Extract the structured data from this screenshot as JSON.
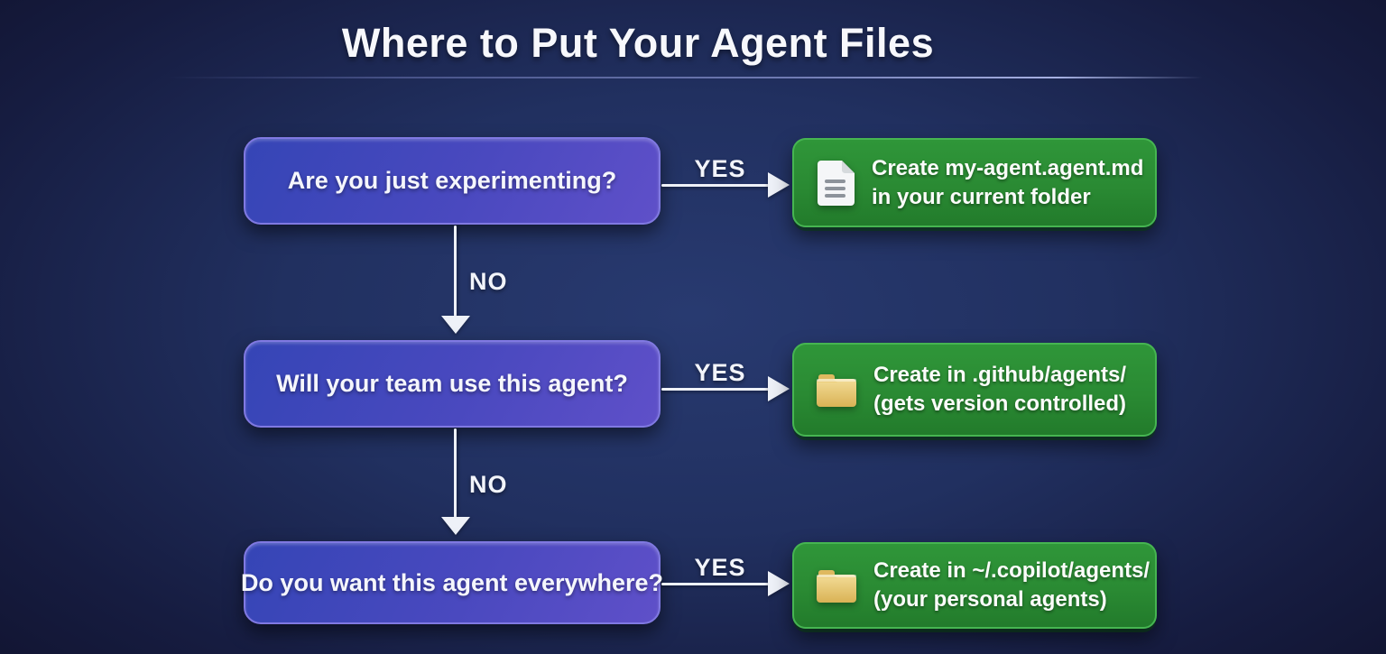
{
  "title": "Where to Put Your Agent Files",
  "colors": {
    "background_center": "#283a70",
    "background_edge": "#0f1029",
    "question_box_gradient_start": "#3545b6",
    "question_box_gradient_end": "#5f50c9",
    "question_box_border": "#8079e2",
    "result_box_gradient_start": "#2f9639",
    "result_box_gradient_end": "#227b2b",
    "result_box_border": "#46b551",
    "arrow": "#eef1f8",
    "folder_icon": "#eccf7f",
    "document_icon": "#f5f6f8"
  },
  "flow": {
    "rows": [
      {
        "question": "Are you just experimenting?",
        "yes_label": "YES",
        "no_label": "NO",
        "result_icon": "document-icon",
        "result_line1": "Create my-agent.agent.md",
        "result_line2": "in your current folder"
      },
      {
        "question": "Will your team use this agent?",
        "yes_label": "YES",
        "no_label": "NO",
        "result_icon": "folder-icon",
        "result_line1": "Create in .github/agents/",
        "result_line2": "(gets version controlled)"
      },
      {
        "question": "Do you want this agent everywhere?",
        "yes_label": "YES",
        "result_icon": "folder-icon",
        "result_line1": "Create in ~/.copilot/agents/",
        "result_line2": "(your personal agents)"
      }
    ]
  }
}
